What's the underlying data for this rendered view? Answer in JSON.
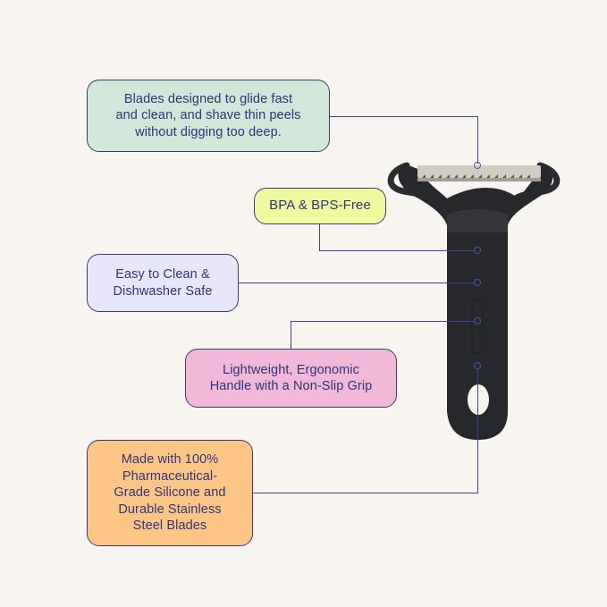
{
  "colors": {
    "background": "#f8f5f0",
    "text": "#2f3578",
    "connector": "#3d4391",
    "handle": "#25272b",
    "blade": "#cfc8bf"
  },
  "callouts": [
    {
      "id": "blades",
      "text": "Blades designed to glide fast\nand clean, and shave thin peels\nwithout digging too deep.",
      "color": "#cfe8da"
    },
    {
      "id": "bpa",
      "text": "BPA & BPS-Free",
      "color": "#f0f9a0"
    },
    {
      "id": "clean",
      "text": "Easy to Clean &\nDishwasher Safe",
      "color": "#e7e6fb"
    },
    {
      "id": "handle",
      "text": "Lightweight, Ergonomic\nHandle with a Non-Slip Grip",
      "color": "#f2b8d8"
    },
    {
      "id": "materials",
      "text": "Made with 100%\nPharmaceutical-\nGrade Silicone and\nDurable Stainless\nSteel Blades",
      "color": "#fdc687"
    }
  ],
  "product": {
    "name": "Y-peeler",
    "icon": "vegetable-peeler-icon"
  }
}
